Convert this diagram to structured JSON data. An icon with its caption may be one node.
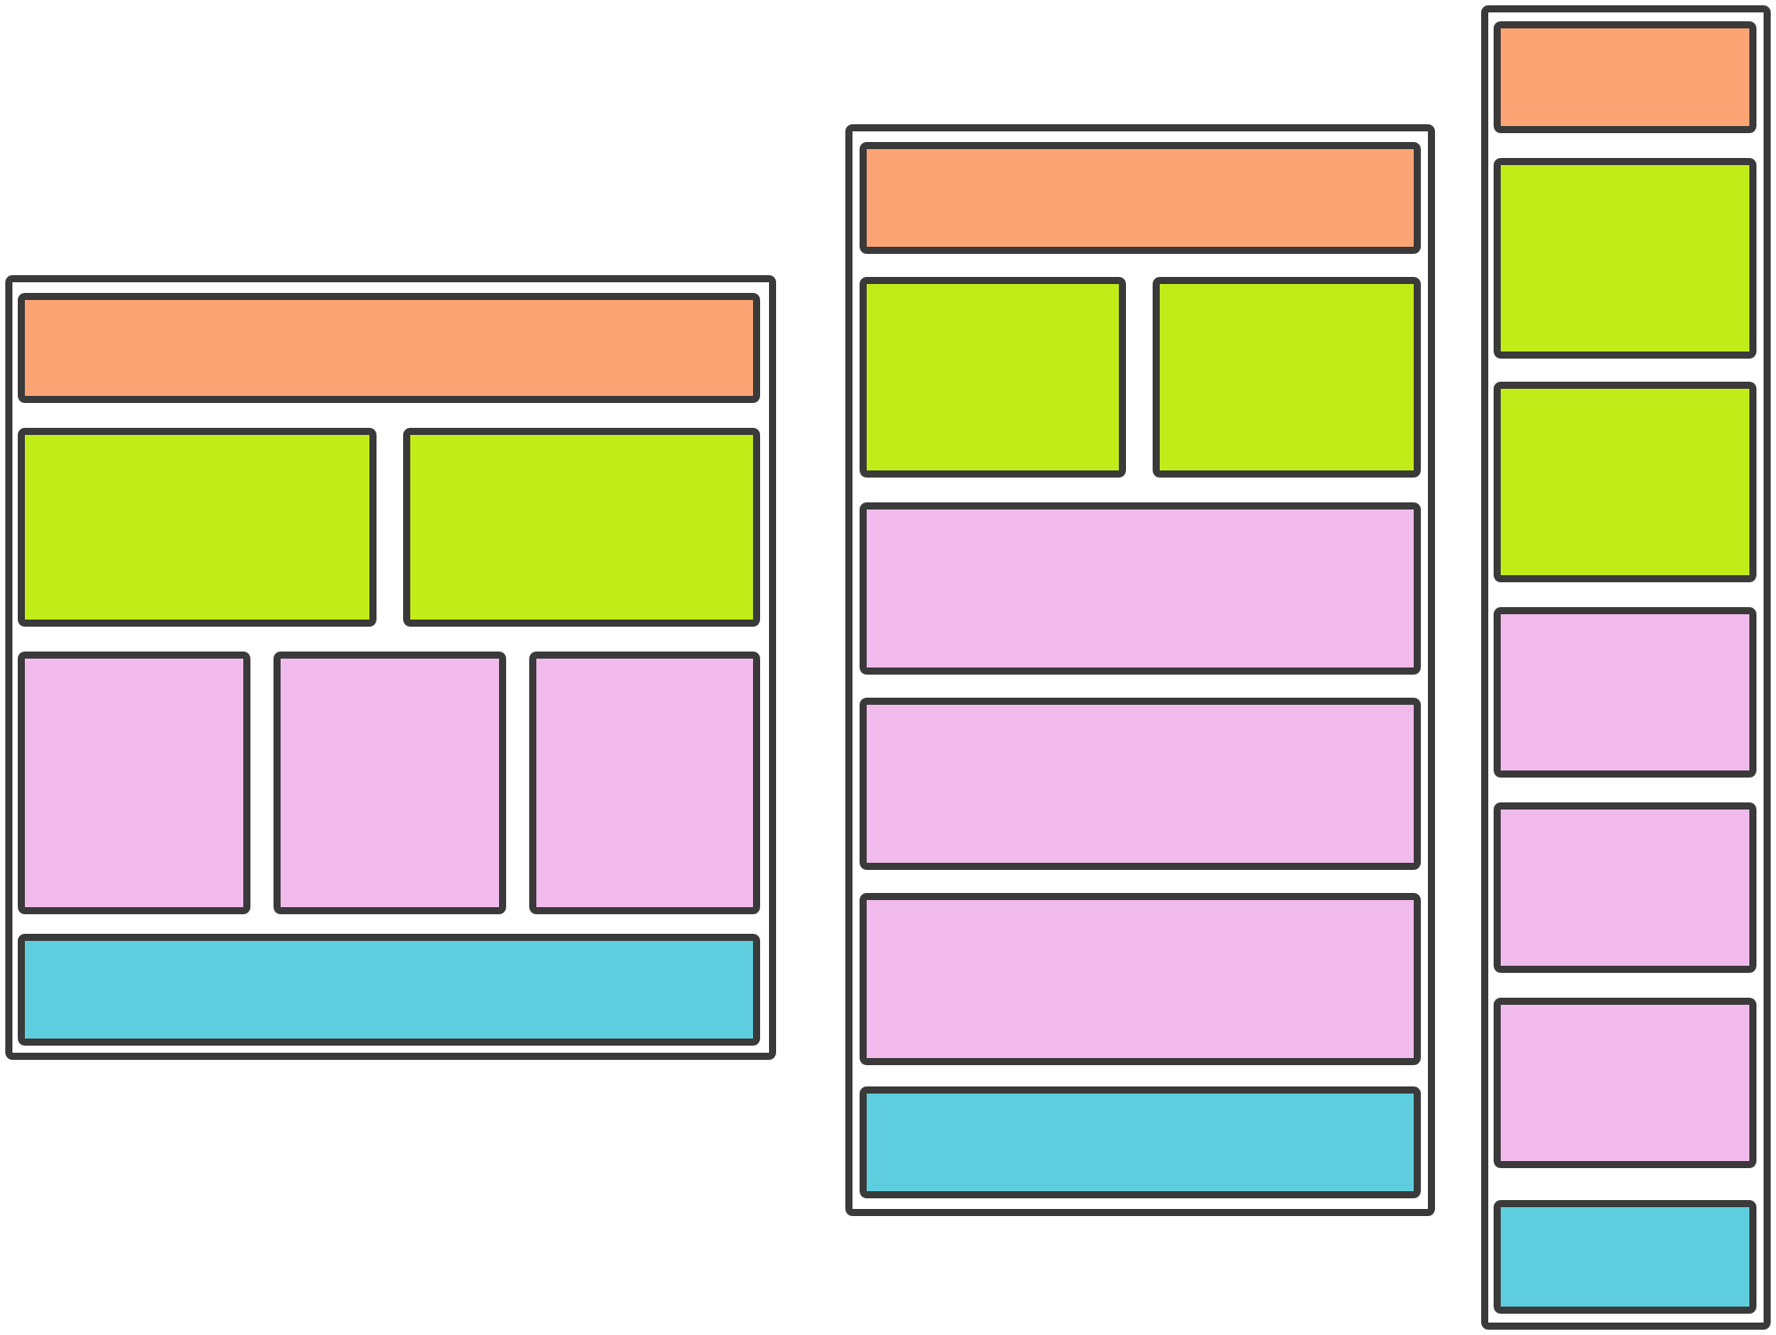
{
  "diagram": {
    "nodes": [
      {
        "text": [],
        "shape": "box"
      },
      {
        "text": [],
        "shape": "box",
        "in": 0
      },
      {
        "text": [],
        "shape": "box",
        "in": 0
      },
      {
        "text": [],
        "shape": "box",
        "in": 0
      },
      {
        "text": [],
        "shape": "box",
        "in": 0
      },
      {
        "text": [],
        "shape": "box",
        "in": 0
      },
      {
        "text": [],
        "shape": "box",
        "in": 0
      },
      {
        "text": [],
        "shape": "box",
        "in": 0
      },
      {
        "text": [],
        "shape": "box"
      },
      {
        "text": [],
        "shape": "box",
        "in": 8
      },
      {
        "text": [],
        "shape": "box",
        "in": 8
      },
      {
        "text": [],
        "shape": "box",
        "in": 8
      },
      {
        "text": [],
        "shape": "box",
        "in": 8
      },
      {
        "text": [],
        "shape": "box",
        "in": 8
      },
      {
        "text": [],
        "shape": "box",
        "in": 8
      },
      {
        "text": [],
        "shape": "box",
        "in": 8
      },
      {
        "text": [],
        "shape": "box"
      },
      {
        "text": [],
        "shape": "box",
        "in": 16
      },
      {
        "text": [],
        "shape": "box",
        "in": 16
      },
      {
        "text": [],
        "shape": "box",
        "in": 16
      },
      {
        "text": [],
        "shape": "box",
        "in": 16
      },
      {
        "text": [],
        "shape": "box",
        "in": 16
      },
      {
        "text": [],
        "shape": "box",
        "in": 16
      },
      {
        "text": [],
        "shape": "box",
        "in": 16
      }
    ]
  }
}
